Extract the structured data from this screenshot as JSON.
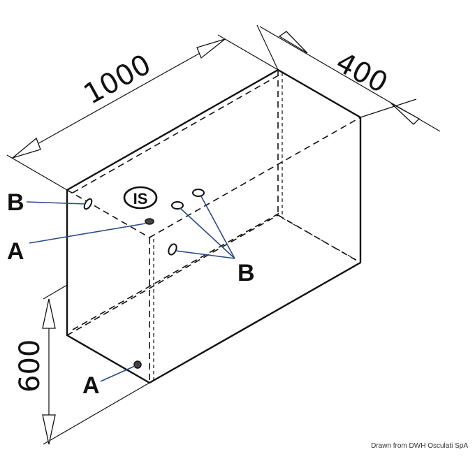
{
  "dimensions": {
    "length": "1000",
    "depth": "400",
    "height": "600"
  },
  "badge": "IS",
  "callouts": {
    "a_top": "A",
    "a_bottom": "A",
    "b_left": "B",
    "b_right": "B"
  },
  "credit": "Drawn from DWH Osculati SpA"
}
